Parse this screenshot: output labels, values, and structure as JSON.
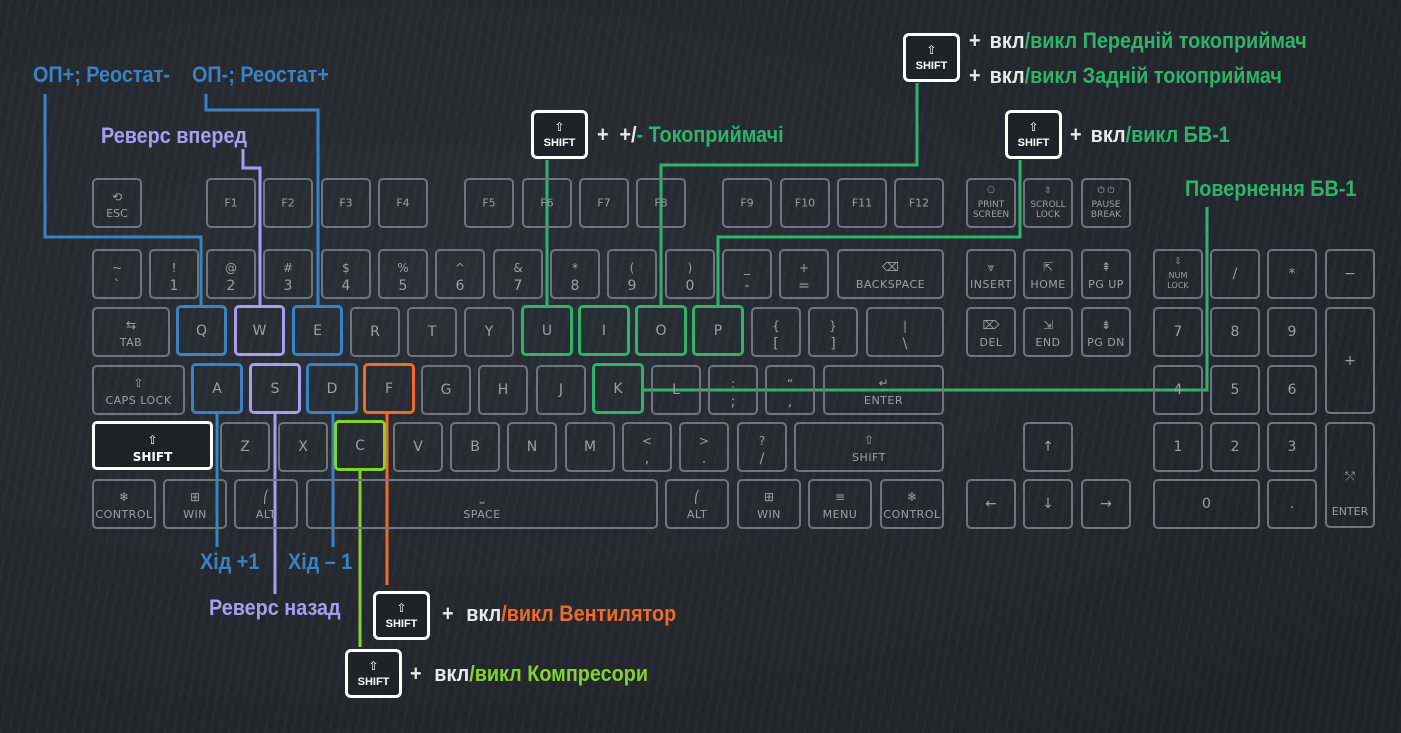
{
  "colors": {
    "blue": "#3a82c4",
    "lavender": "#a79ef0",
    "green": "#2fb36a",
    "lime": "#84d230",
    "orange": "#ef6a2b",
    "white": "#ffffff",
    "key_border": "#6f757c",
    "key_text": "#9aa0a6",
    "background": "#252a30"
  },
  "icons": {
    "esc": "restart-icon",
    "tab": "tab-arrows-icon",
    "caps": "caps-up-arrow-icon",
    "shift": "shift-up-arrow-icon",
    "control": "snowflake-icon",
    "win": "windows-grid-icon",
    "alt": "alt-icon",
    "menu": "menu-lines-icon",
    "backspace": "backspace-icon",
    "enter": "enter-return-icon"
  },
  "keys": {
    "esc": {
      "icon": "⟲",
      "label": "ESC"
    },
    "f1": "F1",
    "f2": "F2",
    "f3": "F3",
    "f4": "F4",
    "f5": "F5",
    "f6": "F6",
    "f7": "F7",
    "f8": "F8",
    "f9": "F9",
    "f10": "F10",
    "f11": "F11",
    "f12": "F12",
    "print_screen": {
      "icon": "⎔",
      "line1": "PRINT",
      "line2": "SCREEN"
    },
    "scroll_lock": {
      "icon": "⇳",
      "line1": "SCROLL",
      "line2": "LOCK"
    },
    "pause_break": {
      "icon": "⏻ ⏻",
      "line1": "PAUSE",
      "line2": "BREAK"
    },
    "tilde": {
      "top": "~",
      "bottom": "`"
    },
    "n1": {
      "top": "!",
      "bottom": "1"
    },
    "n2": {
      "top": "@",
      "bottom": "2"
    },
    "n3": {
      "top": "#",
      "bottom": "3"
    },
    "n4": {
      "top": "$",
      "bottom": "4"
    },
    "n5": {
      "top": "%",
      "bottom": "5"
    },
    "n6": {
      "top": "^",
      "bottom": "6"
    },
    "n7": {
      "top": "&",
      "bottom": "7"
    },
    "n8": {
      "top": "*",
      "bottom": "8"
    },
    "n9": {
      "top": "(",
      "bottom": "9"
    },
    "n0": {
      "top": ")",
      "bottom": "0"
    },
    "minus": {
      "top": "_",
      "bottom": "-"
    },
    "equals": {
      "top": "+",
      "bottom": "="
    },
    "backspace": {
      "icon": "⌫",
      "label": "BACKSPACE"
    },
    "insert": {
      "icon": "⩔",
      "label": "INSERT"
    },
    "home": {
      "icon": "⇱",
      "label": "HOME"
    },
    "pgup": {
      "icon": "⇞",
      "label": "PG UP"
    },
    "numlock": {
      "icon": "⇩",
      "line1": "NUM",
      "line2": "LOCK"
    },
    "np_slash": "/",
    "np_star": "*",
    "np_minus": "−",
    "tab": {
      "icon": "⇆",
      "label": "TAB"
    },
    "q": "Q",
    "w": "W",
    "e": "E",
    "r": "R",
    "t": "T",
    "y": "Y",
    "u": "U",
    "i": "I",
    "o": "O",
    "p": "P",
    "lbracket": {
      "top": "{",
      "bottom": "["
    },
    "rbracket": {
      "top": "}",
      "bottom": "]"
    },
    "backslash": {
      "top": "|",
      "bottom": "\\"
    },
    "del": {
      "icon": "⌦",
      "label": "DEL"
    },
    "end": {
      "icon": "⇲",
      "label": "END"
    },
    "pgdn": {
      "icon": "⇟",
      "label": "PG DN"
    },
    "np7": "7",
    "np8": "8",
    "np9": "9",
    "np_plus": "+",
    "caps": {
      "icon": "⇧",
      "label": "CAPS LOCK"
    },
    "a": "A",
    "s": "S",
    "d": "D",
    "f": "F",
    "g": "G",
    "h": "H",
    "j": "J",
    "k": "K",
    "l": "L",
    "semicolon": {
      "top": ":",
      "bottom": ";"
    },
    "quote": {
      "top": "“",
      "bottom": "‚"
    },
    "enter": {
      "icon": "↵",
      "label": "ENTER"
    },
    "np4": "4",
    "np5": "5",
    "np6": "6",
    "lshift": {
      "icon": "⇧",
      "label": "SHIFT"
    },
    "z": "Z",
    "x": "X",
    "c": "C",
    "v": "V",
    "b": "B",
    "n": "N",
    "m": "M",
    "comma": {
      "top": "<",
      "bottom": ","
    },
    "period": {
      "top": ">",
      "bottom": "."
    },
    "slash": {
      "top": "?",
      "bottom": "/"
    },
    "rshift": {
      "icon": "⇧",
      "label": "SHIFT"
    },
    "up": "↑",
    "np1": "1",
    "np2": "2",
    "np3": "3",
    "np_enter": {
      "icon": "⤱",
      "label": "ENTER"
    },
    "lctrl": {
      "icon": "❄",
      "label": "CONTROL"
    },
    "lwin": {
      "icon": "⊞",
      "label": "WIN"
    },
    "lalt": {
      "icon": "⎛",
      "label": "ALT"
    },
    "space": {
      "icon": "⎵",
      "label": "SPACE"
    },
    "ralt": {
      "icon": "⎛",
      "label": "ALT"
    },
    "rwin": {
      "icon": "⊞",
      "label": "WIN"
    },
    "menu": {
      "icon": "≡",
      "label": "MENU"
    },
    "rctrl": {
      "icon": "❄",
      "label": "CONTROL"
    },
    "left": "←",
    "down": "↓",
    "right": "→",
    "np0": "0",
    "np_dot": "."
  },
  "badge": {
    "icon": "⇧",
    "label": "SHIFT"
  },
  "labels": {
    "op_plus": "ОП+; Реостат-",
    "op_minus": "ОП-; Реостат+",
    "reverse_forward": "Реверс вперед",
    "reverse_back": "Реверс назад",
    "step_plus": "Хід +1",
    "step_minus": "Хід – 1",
    "pantographs": {
      "plus": "+",
      "sign_white": "+/",
      "sign_green": "- Токоприймачі"
    },
    "front_pantograph": {
      "plus": "+",
      "on": "вкл",
      "text": "/викл Передній токоприймач"
    },
    "rear_pantograph": {
      "plus": "+",
      "on": "вкл",
      "text": "/викл Задній токоприймач"
    },
    "bv1": {
      "plus": "+",
      "on": "вкл",
      "text": "/викл БВ-1"
    },
    "return_bv1": "Повернення БВ-1",
    "fan": {
      "plus": "+",
      "on": "вкл",
      "text": "/викл Вентилятор"
    },
    "compressors": {
      "plus": "+",
      "on": "вкл",
      "text": "/викл Компресори"
    }
  }
}
